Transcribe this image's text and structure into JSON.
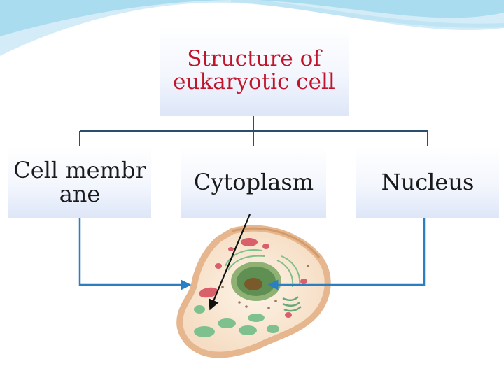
{
  "diagram": {
    "title": "Structure of eukaryotic cell",
    "nodes": [
      {
        "id": "membrane",
        "label": "Cell membrane"
      },
      {
        "id": "cytoplasm",
        "label": "Cytoplasm"
      },
      {
        "id": "nucleus",
        "label": "Nucleus"
      }
    ]
  },
  "colors": {
    "title_text": "#c0142a",
    "connector": "#2a7fc4",
    "tree_line": "#2b4f6e",
    "cell_outer": "#e6b68e",
    "nucleus": "#5f8f52",
    "organelle_red": "#d9606a",
    "organelle_green": "#7fc08f"
  }
}
